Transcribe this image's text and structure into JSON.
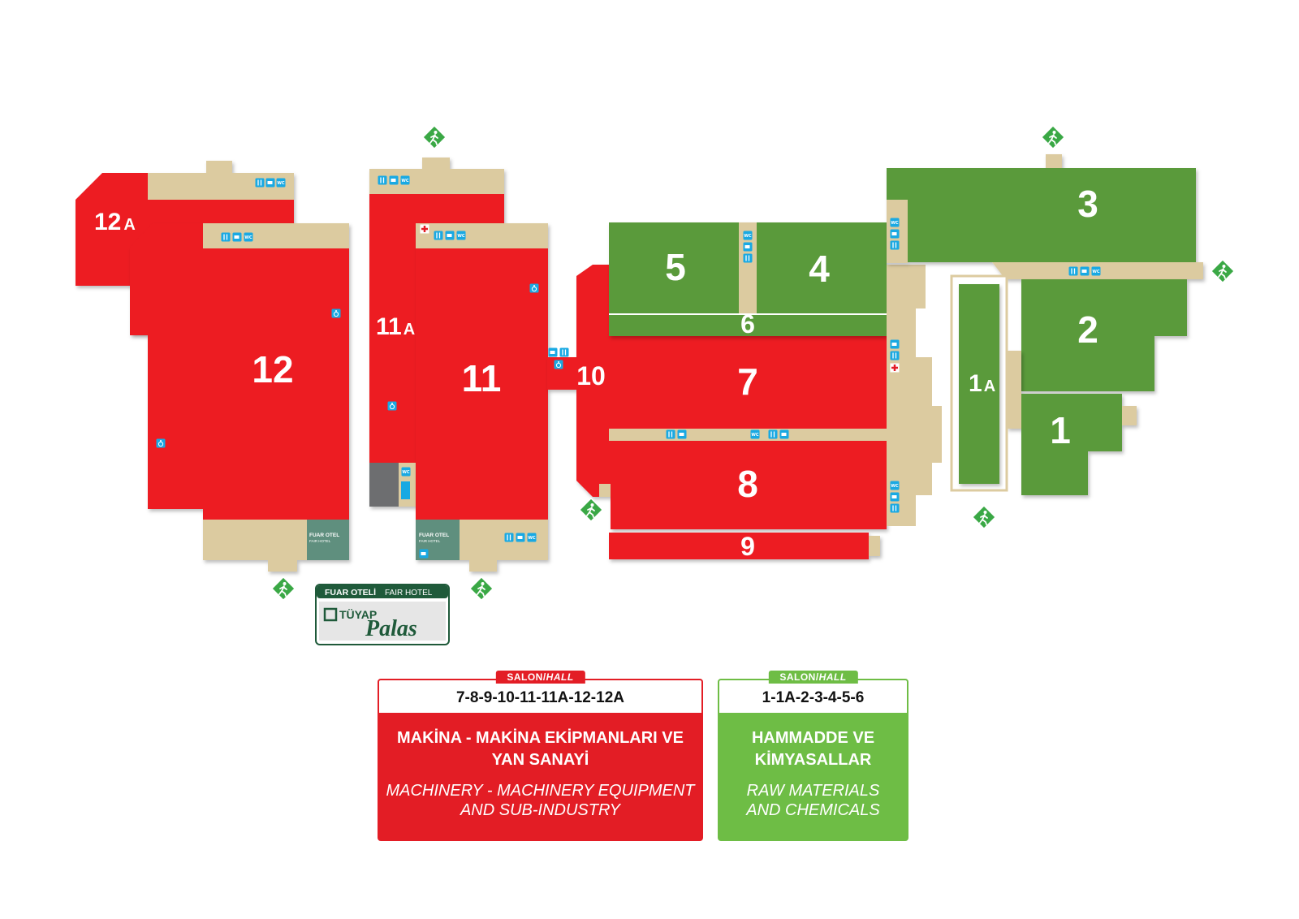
{
  "colors": {
    "machinery_red": "#ed1c24",
    "raw_materials_green": "#5a9a3a",
    "corridor_beige": "#dccba0",
    "amenity_blue": "#19a9e3",
    "exit_green": "#3aa845",
    "hotel_teal": "#5e8f7e"
  },
  "halls": {
    "h12a": "12",
    "h12a_suffix": "A",
    "h12": "12",
    "h11a": "11",
    "h11a_suffix": "A",
    "h11": "11",
    "h10": "10",
    "h7": "7",
    "h8": "8",
    "h9": "9",
    "h6": "6",
    "h5": "5",
    "h4": "4",
    "h3": "3",
    "h2": "2",
    "h1": "1",
    "h1a": "1",
    "h1a_suffix": "A"
  },
  "hotel_areas": {
    "left_line1": "FUAR OTEL",
    "left_line2": "FAIR HOTEL",
    "right_line1": "FUAR OTEL",
    "right_line2": "FAIR HOTEL"
  },
  "hotel_logo": {
    "header_tr": "FUAR OTELİ",
    "header_en": "FAIR HOTEL",
    "brand": "TÜYAP",
    "name": "Palas"
  },
  "amenity_icons": [
    "restaurant-icon",
    "cafe-icon",
    "wc-icon",
    "wheelchair-icon",
    "first-aid-icon",
    "exit-icon"
  ],
  "amenity_labels": {
    "wc": "WC"
  },
  "legend": {
    "machinery": {
      "tab_salon": "SALON/",
      "tab_hall": "HALL",
      "halls": "7-8-9-10-11-11A-12-12A",
      "title_tr_line1": "MAKİNA - MAKİNA EKİPMANLARI VE",
      "title_tr_line2": "YAN SANAYİ",
      "title_en_line1": "MACHINERY  - MACHINERY EQUIPMENT",
      "title_en_line2": "AND SUB-INDUSTRY"
    },
    "raw_materials": {
      "tab_salon": "SALON/",
      "tab_hall": "HALL",
      "halls": "1-1A-2-3-4-5-6",
      "title_tr_line1": "HAMMADDE VE",
      "title_tr_line2": "KİMYASALLAR",
      "title_en_line1": "RAW MATERIALS",
      "title_en_line2": "AND CHEMICALS"
    }
  }
}
